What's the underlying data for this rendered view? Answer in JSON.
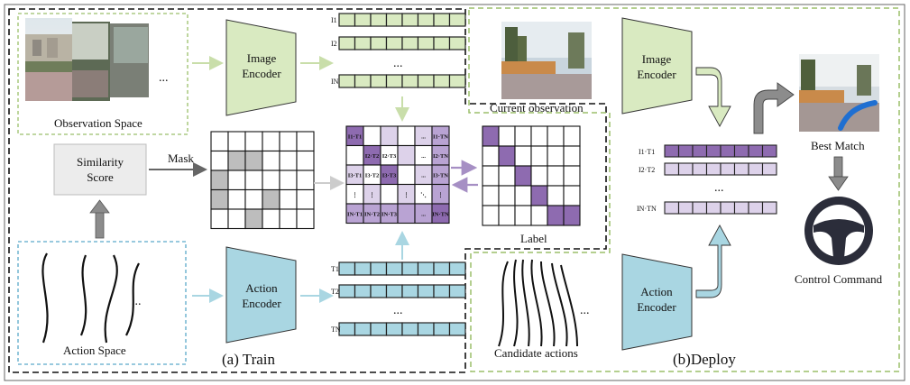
{
  "train": {
    "title": "(a) Train",
    "observation_space": {
      "label": "Observation Space",
      "ellipsis": "..."
    },
    "image_encoder": {
      "line1": "Image",
      "line2": "Encoder"
    },
    "action_encoder": {
      "line1": "Action",
      "line2": "Encoder"
    },
    "similarity_score": {
      "line1": "Similarity",
      "line2": "Score"
    },
    "mask_label": "Mask",
    "action_space": {
      "label": "Action Space",
      "ellipsis": "..."
    },
    "image_tokens": {
      "first": "I1",
      "second": "I2",
      "last": "IN",
      "ellipsis": "..."
    },
    "action_tokens": {
      "first": "T1",
      "second": "T2",
      "last": "TN",
      "ellipsis": "..."
    },
    "sim_matrix_cells": {
      "r1c1": "I1·T1",
      "r1c6": "I1·TN",
      "r2c2": "I2·T2",
      "r2c3": "I2·T3",
      "r2c6": "I2·TN",
      "r3c1": "I3·T1",
      "r3c2": "I3·T2",
      "r3c3": "I3·T3",
      "r3c6": "I3·TN",
      "r4c1": "⋮",
      "r4c2": "⋮",
      "r4c4": "⋮",
      "r4c5": "⋱",
      "r4c6": "⋮",
      "r5c1": "IN·T1",
      "r5c2": "IN·T2",
      "r5c3": "IN·T3",
      "r5c6": "IN·TN",
      "r1c5": "...",
      "r2c5": "...",
      "r3c5": "...",
      "r5c5": "..."
    },
    "label_caption": "Label"
  },
  "deploy": {
    "title": "(b)Deploy",
    "current_observation": "Current observation",
    "image_encoder": {
      "line1": "Image",
      "line2": "Encoder"
    },
    "action_encoder": {
      "line1": "Action",
      "line2": "Encoder"
    },
    "candidate_actions": {
      "label": "Candidate actions",
      "ellipsis": "..."
    },
    "scores": {
      "first": "I1·T1",
      "second": "I2·T2",
      "last": "IN·TN",
      "ellipsis": "..."
    },
    "best_match": "Best Match",
    "control_command": "Control Command"
  },
  "colors": {
    "image_green": "#d9eac1",
    "action_blue": "#a9d6e2",
    "purple": "#8e6bb0",
    "light_purple": "#ddd2ea",
    "mask_gray": "#bdbdbd"
  }
}
